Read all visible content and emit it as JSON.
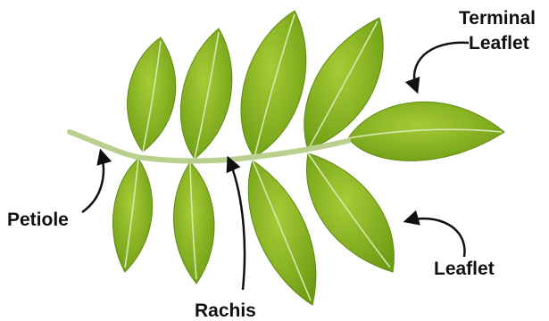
{
  "labels": {
    "terminal_line1": "Terminal",
    "terminal_line2": "Leaflet",
    "leaflet": "Leaflet",
    "rachis": "Rachis",
    "petiole": "Petiole"
  },
  "colors": {
    "leaf_fill": "#7faa1c",
    "leaf_light": "#9cc42e",
    "leaf_edge": "#5e8a10",
    "vein": "#d8e8b0",
    "stem": "#b9cf8e",
    "arrow": "#111111"
  }
}
